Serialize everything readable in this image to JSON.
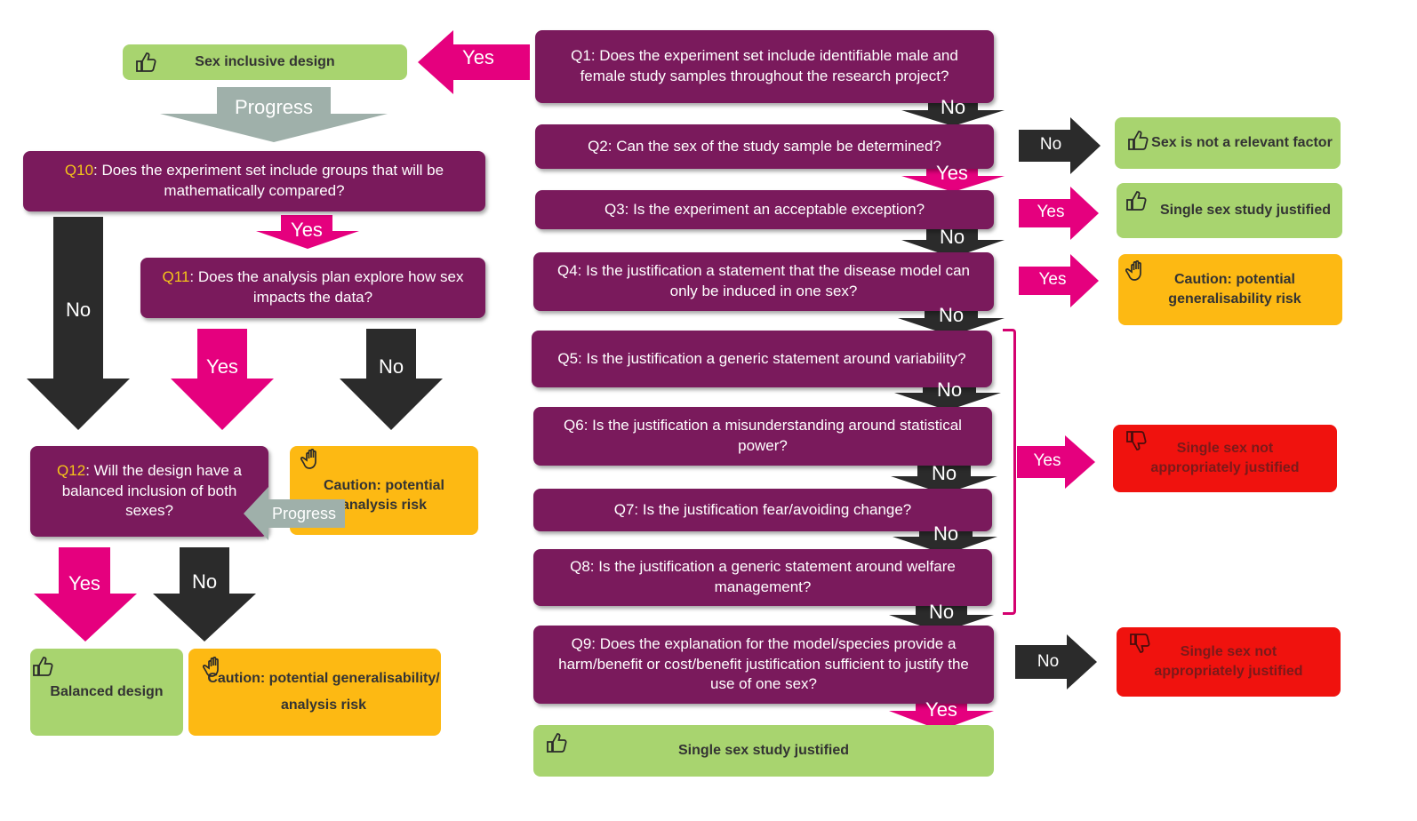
{
  "colors": {
    "question": "#7a1a5c",
    "question_number": "#f5c518",
    "positive": "#a8d46f",
    "caution": "#fdb913",
    "negative": "#f0120e",
    "yes_arrow": "#e5007e",
    "no_arrow": "#2b2b2b",
    "progress_arrow": "#9fb0aa"
  },
  "icons": {
    "thumbs_up": "thumbs-up-icon",
    "thumbs_down": "thumbs-down-icon",
    "stop_hand": "hand-stop-icon"
  },
  "questions": {
    "q1": {
      "text": "Q1: Does the experiment set include identifiable male and female study samples throughout the research project?"
    },
    "q2": {
      "text": "Q2:  Can the sex of the  study sample be determined?"
    },
    "q3": {
      "text": "Q3: Is the experiment an acceptable exception?"
    },
    "q4": {
      "text": "Q4: Is the justification a statement that the disease model can only be induced in one sex?"
    },
    "q5": {
      "text": "Q5: Is the justification a generic  statement around variability?"
    },
    "q6": {
      "text": "Q6: Is the justification a misunderstanding around statistical power?"
    },
    "q7": {
      "text": "Q7: Is the justification fear/avoiding change?"
    },
    "q8": {
      "text": "Q8: Is the justification a generic  statement around welfare management?"
    },
    "q9": {
      "text": "Q9: Does the explanation for the model/species provide a harm/benefit or cost/benefit justification sufficient to justify the use of one sex?"
    },
    "q10": {
      "num": "Q10",
      "text": ": Does the experiment set include groups that will be mathematically compared?"
    },
    "q11": {
      "num": "Q11",
      "text": ": Does the analysis plan explore how sex impacts  the data?"
    },
    "q12": {
      "num": "Q12",
      "text": ": Will the design have a balanced inclusion of both sexes?"
    }
  },
  "outcomes": {
    "sex_inclusive": "Sex inclusive design",
    "not_relevant": "Sex is not a relevant factor",
    "single_justified_q3": "Single sex study justified",
    "caution_general_q4": "Caution: potential generalisability risk",
    "not_justified_q5_8": "Single sex not appropriately justified",
    "not_justified_q9": "Single sex not appropriately justified",
    "single_justified_final": "Single sex study justified",
    "caution_analysis": "Caution: potential analysis risk",
    "balanced": "Balanced design",
    "caution_general_analysis_1": "Caution: potential generalisability/",
    "caution_general_analysis_2": "analysis risk"
  },
  "arrows": {
    "yes": "Yes",
    "no": "No",
    "progress": "Progress"
  }
}
